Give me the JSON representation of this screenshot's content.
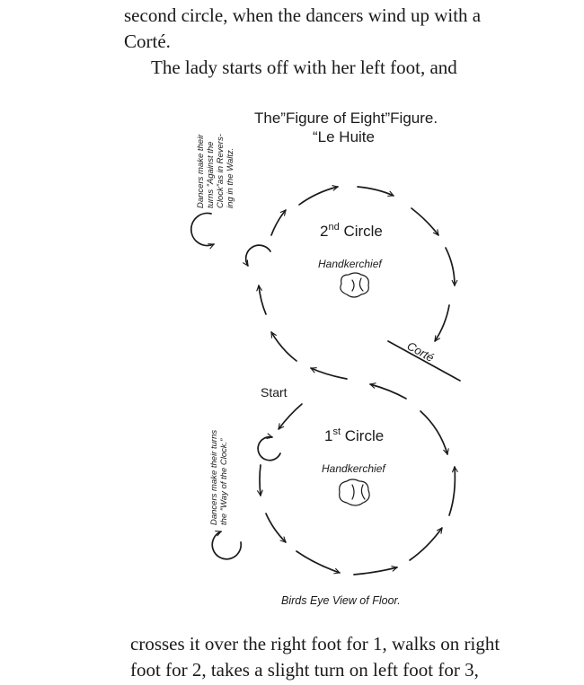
{
  "text_top": {
    "line1": "second circle, when the dancers wind up with a",
    "line2": "Corté.",
    "line3": "The lady starts off with her left foot, and"
  },
  "figure": {
    "title": "The”Figure of Eight”Figure.",
    "subtitle": "“Le Huite",
    "circle2_label": "2",
    "circle2_sup": "nd",
    "circle2_word": " Circle",
    "circle1_label": "1",
    "circle1_sup": "st",
    "circle1_word": " Circle",
    "handkerchief_label": "Handkerchief",
    "corte_label": "Corté",
    "start_label": "Start",
    "note_top": [
      "Dancers make their",
      "turns ”Against the",
      "Clock”as in Revers-",
      "ing in the Waltz."
    ],
    "note_bottom": [
      "Dancers make their turns",
      "the ”Way of the Clock.”"
    ],
    "caption": "Birds  Eye View of Floor."
  },
  "text_bottom": {
    "line1": "crosses it over the right foot for 1, walks on right",
    "line2": "foot for 2, takes a slight turn on left foot for 3,"
  }
}
